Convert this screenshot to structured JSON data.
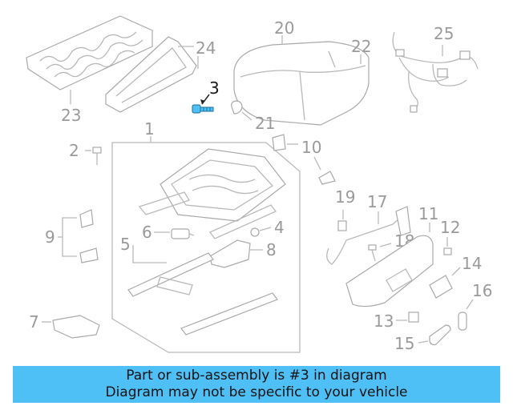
{
  "banner": {
    "line1": "Part or sub-assembly is #3 in diagram",
    "line2": "Diagram may not be specific to your vehicle",
    "color": "#4fc0f5"
  },
  "highlight_color": "#4fc0f5",
  "callouts": {
    "c1": "1",
    "c2": "2",
    "c3": "3",
    "c4": "4",
    "c5": "5",
    "c6": "6",
    "c7": "7",
    "c8": "8",
    "c9": "9",
    "c10": "10",
    "c11": "11",
    "c12": "12",
    "c13": "13",
    "c14": "14",
    "c15": "15",
    "c16": "16",
    "c17": "17",
    "c18": "18",
    "c19": "19",
    "c20": "20",
    "c21": "21",
    "c22": "22",
    "c23": "23",
    "c24": "24",
    "c25": "25"
  },
  "highlighted_callout": "3"
}
